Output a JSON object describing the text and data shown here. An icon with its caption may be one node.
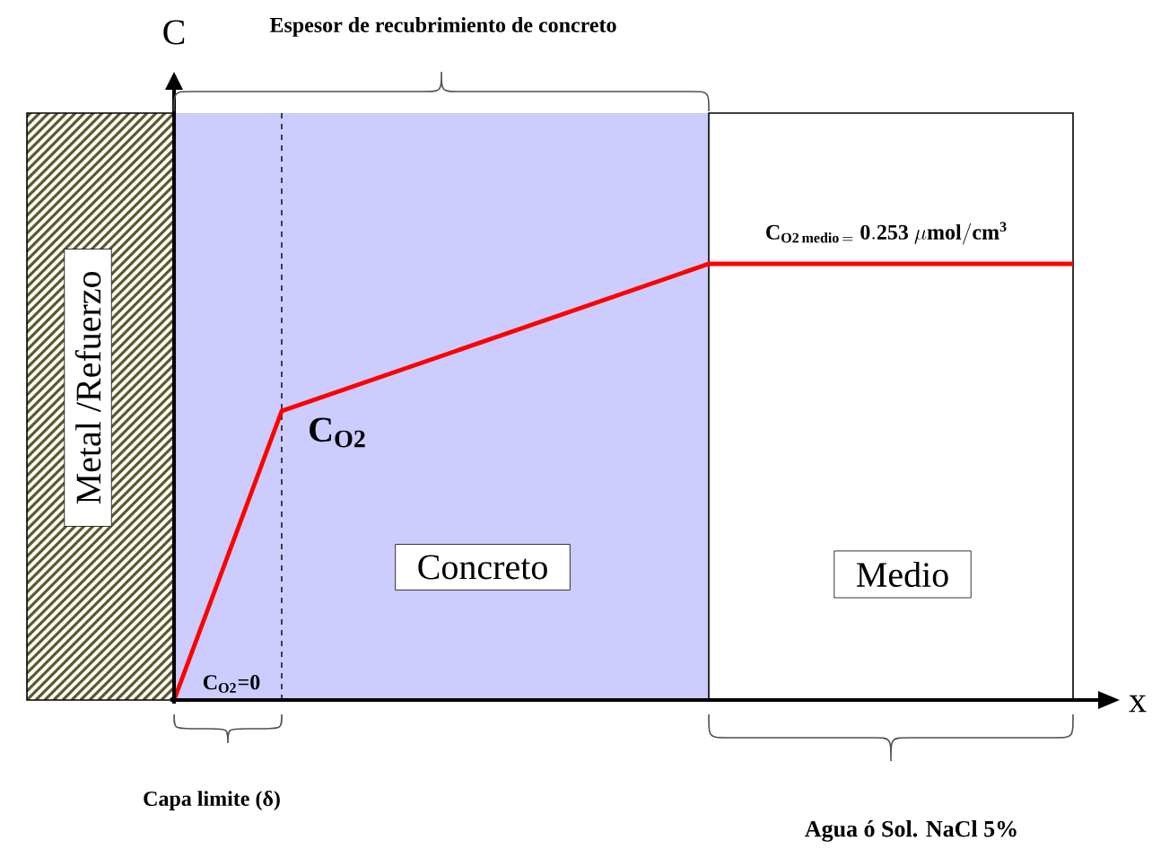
{
  "diagram": {
    "nodes": [
      {
        "text": [
          "Metal /Refuerzo"
        ]
      },
      {
        "text": [
          "Concreto"
        ]
      },
      {
        "text": [
          "Medio"
        ]
      }
    ],
    "labels": [
      "C",
      "Espesor de recubrimiento de concreto",
      "\\mathbf{C_{O2\\,medio\\,=}\\ 0.253\\ \\mu mol/cm^{3}}",
      "C$_{O2}$",
      "C$_{O2}$=0",
      "x",
      "Capa limite (δ)",
      "Agua ó Sol. NaCl 5%"
    ]
  }
}
